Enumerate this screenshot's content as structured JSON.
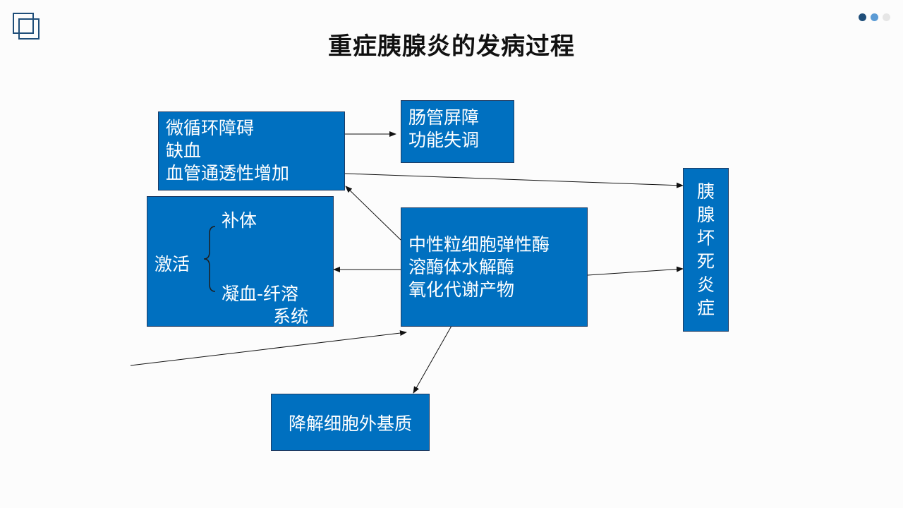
{
  "title": "重症胰腺炎的发病过程",
  "colors": {
    "box": "#0070c0",
    "border": "#1d3b63",
    "accent": "#1f4e79"
  },
  "boxes": {
    "microcirculation": [
      "微循环障碍",
      "缺血",
      "血管通透性增加"
    ],
    "intestinal": [
      "肠管屏障",
      "功能失调"
    ],
    "enzymes": [
      "中性粒细胞弹性酶",
      "溶酶体水解酶",
      "氧化代谢产物"
    ],
    "necrosis": [
      "胰",
      "腺",
      "坏",
      "死",
      "炎",
      "症"
    ],
    "degrade": "降解细胞外基质",
    "activation": {
      "label": "激活",
      "item1": "补体",
      "item2": "凝血-纤溶",
      "item2b": "系统"
    }
  }
}
